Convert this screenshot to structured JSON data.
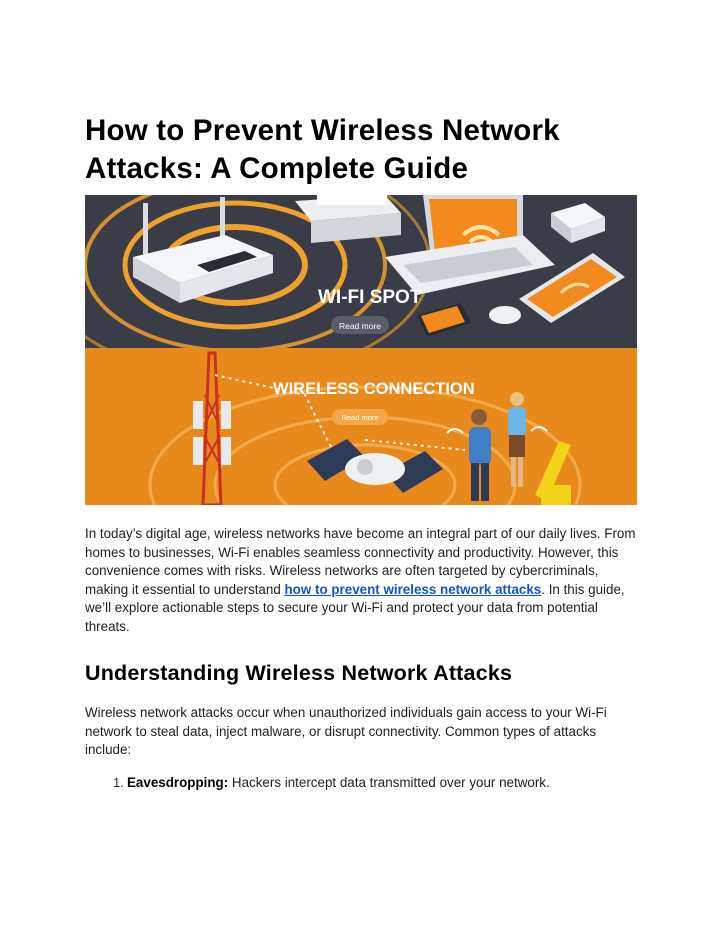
{
  "article": {
    "title": "How to Prevent Wireless Network Attacks: A Complete Guide",
    "hero": {
      "top_banner_text": "WI-FI SPOT",
      "top_button": "Read more",
      "bottom_banner_text": "WIRELESS CONNECTION",
      "bottom_button": "Read more",
      "colors": {
        "top_background": "#3a3d47",
        "bottom_background": "#e8891c",
        "accent_orange": "#f28a1e",
        "device_white": "#eef0f2"
      }
    },
    "intro": {
      "before_link": "In today’s digital age, wireless networks have become an integral part of our daily lives. From homes to businesses, Wi-Fi enables seamless connectivity and productivity. However, this convenience comes with risks. Wireless networks are often targeted by cybercriminals, making it essential to understand ",
      "link_text": "how to prevent wireless network attacks",
      "after_link": ". In this guide, we’ll explore actionable steps to secure your Wi-Fi and protect your data from potential threats."
    },
    "section": {
      "heading": "Understanding Wireless Network Attacks",
      "paragraph": "Wireless network attacks occur when unauthorized individuals gain access to your Wi-Fi network to steal data, inject malware, or disrupt connectivity. Common types of attacks include:",
      "list": [
        {
          "term": "Eavesdropping:",
          "text": " Hackers intercept data transmitted over your network."
        }
      ]
    },
    "link_color": "#1155cc"
  }
}
